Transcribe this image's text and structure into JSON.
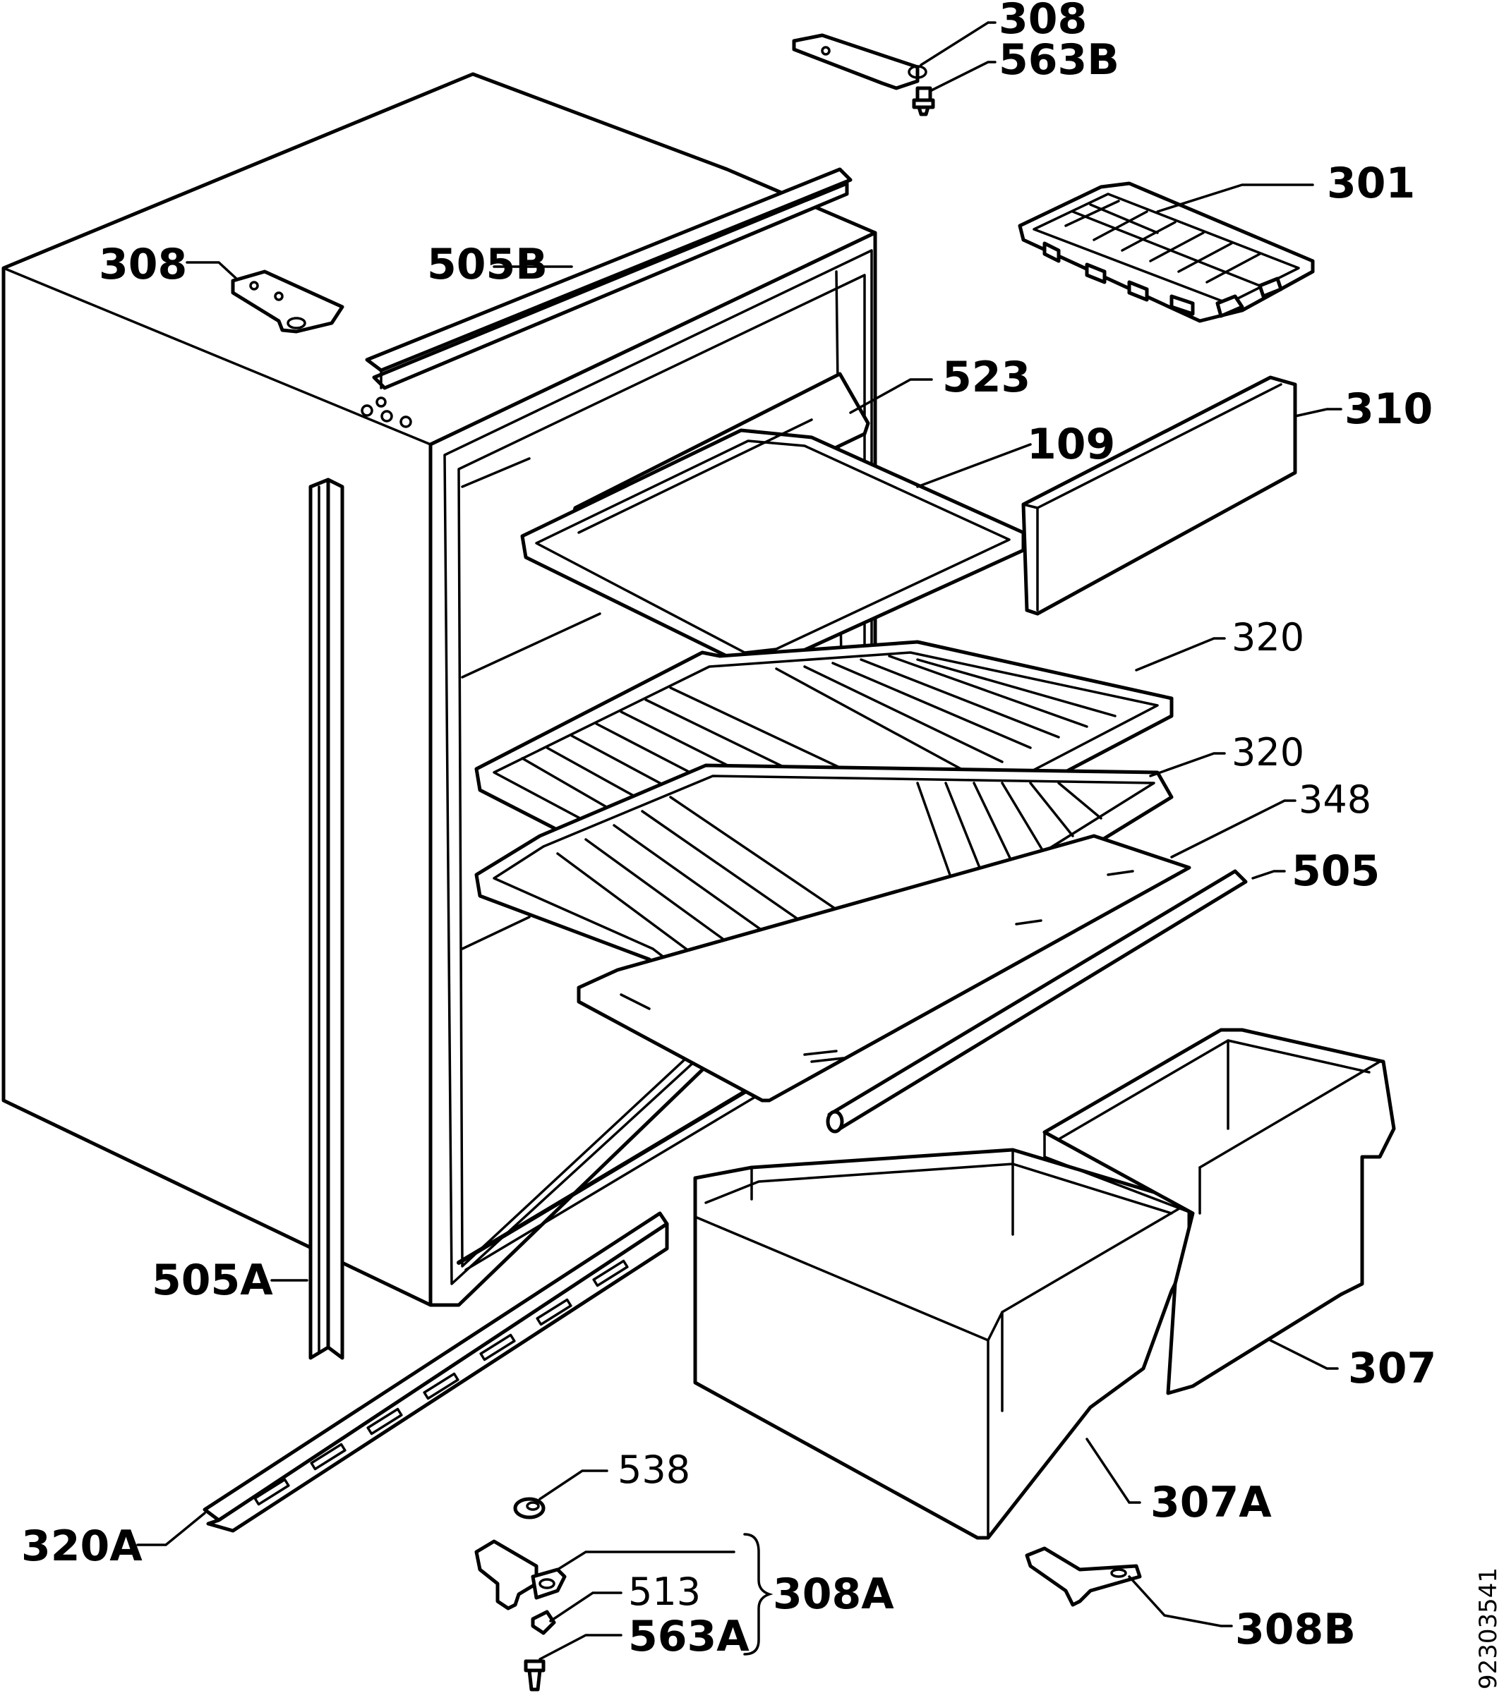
{
  "labels": {
    "p308_top": "308",
    "p563b": "563B",
    "p301": "301",
    "p308_left": "308",
    "p505b": "505B",
    "p523": "523",
    "p310": "310",
    "p109": "109",
    "p320_upper": "320",
    "p320_lower": "320",
    "p348": "348",
    "p505": "505",
    "p505a": "505A",
    "p307": "307",
    "p538": "538",
    "p307a": "307A",
    "p320a": "320A",
    "p308a": "308A",
    "p513": "513",
    "p563a": "563A",
    "p308b": "308B"
  },
  "document_number": "92303541"
}
